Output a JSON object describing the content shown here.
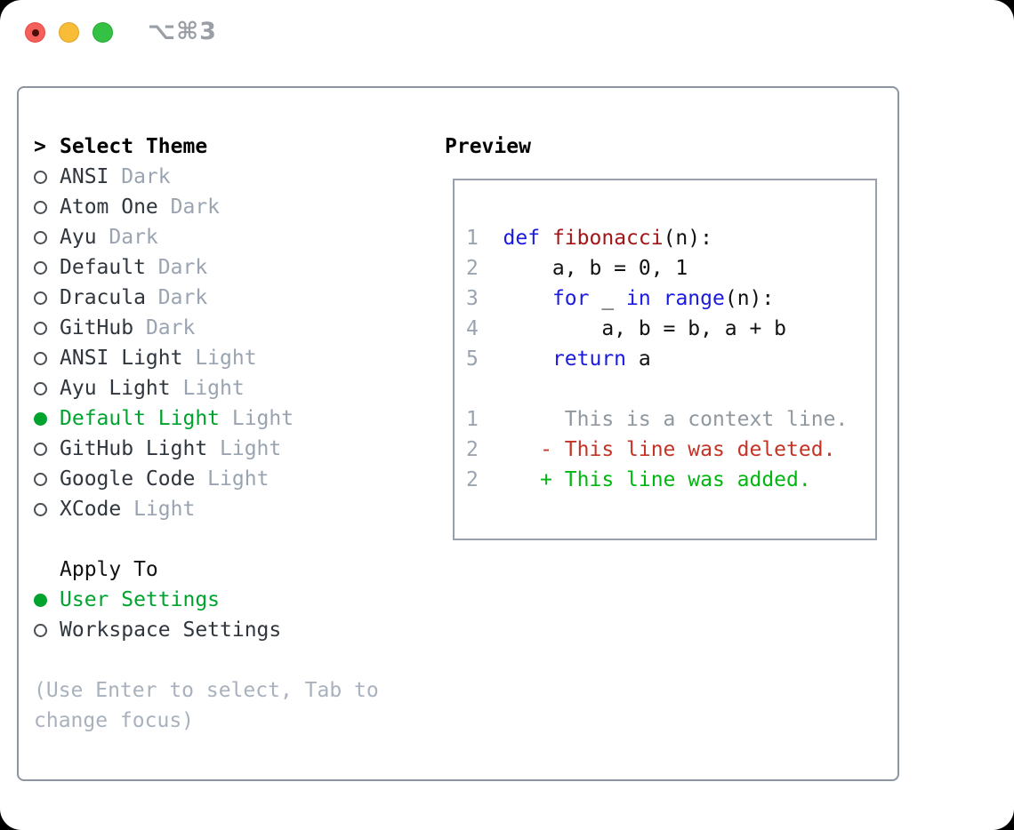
{
  "titlebar": {
    "shortcut": "⌥⌘3",
    "traffic_lights": [
      "close",
      "minimize",
      "zoom"
    ]
  },
  "panel": {
    "select_theme": {
      "prefix": ">",
      "title": "Select Theme",
      "items": [
        {
          "name": "ANSI",
          "variant": "Dark",
          "selected": false
        },
        {
          "name": "Atom One",
          "variant": "Dark",
          "selected": false
        },
        {
          "name": "Ayu",
          "variant": "Dark",
          "selected": false
        },
        {
          "name": "Default",
          "variant": "Dark",
          "selected": false
        },
        {
          "name": "Dracula",
          "variant": "Dark",
          "selected": false
        },
        {
          "name": "GitHub",
          "variant": "Dark",
          "selected": false
        },
        {
          "name": "ANSI Light",
          "variant": "Light",
          "selected": false
        },
        {
          "name": "Ayu Light",
          "variant": "Light",
          "selected": false
        },
        {
          "name": "Default Light",
          "variant": "Light",
          "selected": true
        },
        {
          "name": "GitHub Light",
          "variant": "Light",
          "selected": false
        },
        {
          "name": "Google Code",
          "variant": "Light",
          "selected": false
        },
        {
          "name": "XCode",
          "variant": "Light",
          "selected": false
        }
      ]
    },
    "apply_to": {
      "title": "Apply To",
      "options": [
        {
          "label": "User Settings",
          "selected": true
        },
        {
          "label": "Workspace Settings",
          "selected": false
        }
      ]
    },
    "hint": "(Use Enter to select, Tab to change focus)"
  },
  "preview": {
    "title": "Preview",
    "lines": [
      {
        "tokens": [
          {
            "t": "1  ",
            "c": "num"
          },
          {
            "t": "def",
            "c": "kw"
          },
          {
            "t": " ",
            "c": "plain"
          },
          {
            "t": "fibonacci",
            "c": "fn"
          },
          {
            "t": "(n):",
            "c": "plain"
          }
        ]
      },
      {
        "tokens": [
          {
            "t": "2  ",
            "c": "num"
          },
          {
            "t": "    a, b = 0, 1",
            "c": "plain"
          }
        ]
      },
      {
        "tokens": [
          {
            "t": "3  ",
            "c": "num"
          },
          {
            "t": "    ",
            "c": "plain"
          },
          {
            "t": "for",
            "c": "kw"
          },
          {
            "t": " _ ",
            "c": "plain"
          },
          {
            "t": "in",
            "c": "kw"
          },
          {
            "t": " ",
            "c": "plain"
          },
          {
            "t": "range",
            "c": "kw"
          },
          {
            "t": "(n):",
            "c": "plain"
          }
        ]
      },
      {
        "tokens": [
          {
            "t": "4  ",
            "c": "num"
          },
          {
            "t": "        a, b = b, a + b",
            "c": "plain"
          }
        ]
      },
      {
        "tokens": [
          {
            "t": "5  ",
            "c": "num"
          },
          {
            "t": "    ",
            "c": "plain"
          },
          {
            "t": "return",
            "c": "kw"
          },
          {
            "t": " a",
            "c": "plain"
          }
        ]
      },
      {
        "tokens": []
      },
      {
        "tokens": [
          {
            "t": "1  ",
            "c": "num"
          },
          {
            "t": "     This is a context line.",
            "c": "ctx"
          }
        ]
      },
      {
        "tokens": [
          {
            "t": "2  ",
            "c": "num"
          },
          {
            "t": "   - This line was deleted.",
            "c": "del"
          }
        ]
      },
      {
        "tokens": [
          {
            "t": "2  ",
            "c": "num"
          },
          {
            "t": "   + This line was added.",
            "c": "add"
          }
        ]
      }
    ]
  },
  "colors": {
    "selection_green": "#00a32e",
    "keyword_blue": "#1a1ae0",
    "function_red": "#a31515",
    "diff_deleted_red": "#c43425",
    "diff_added_green": "#00b712",
    "line_number_gray": "#9aa4b1",
    "variant_gray": "#9aa4b1",
    "hint_gray": "#a8b1bc",
    "panel_border_gray": "#8b95a0",
    "traffic_red": "#f6605a",
    "traffic_yellow": "#f8bc36",
    "traffic_green": "#35c244"
  }
}
